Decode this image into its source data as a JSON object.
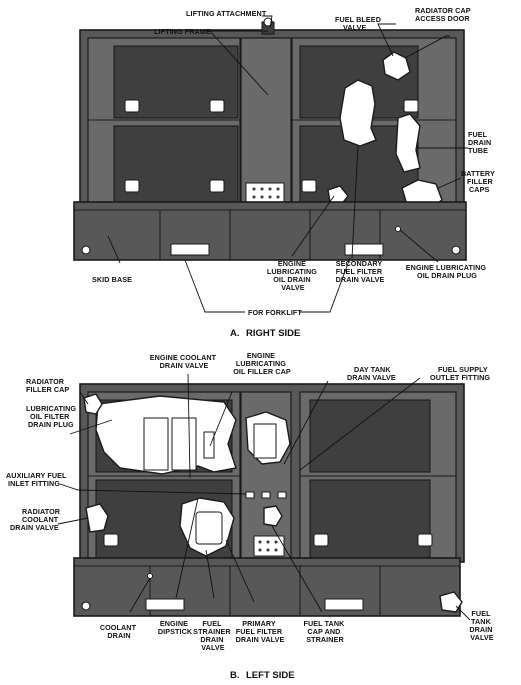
{
  "views": {
    "right": {
      "caption_letter": "A.",
      "caption_text": "RIGHT SIDE",
      "labels": {
        "lifting_attachment": "LIFTING ATTACHMENT",
        "lifting_frame": "LIFTING FRAME",
        "fuel_bleed_valve": [
          "FUEL BLEED",
          "VALVE"
        ],
        "radiator_cap_access_door": [
          "RADIATOR CAP",
          "ACCESS DOOR"
        ],
        "fuel_drain_tube": [
          "FUEL",
          "DRAIN",
          "TUBE"
        ],
        "battery_filler_caps": [
          "BATTERY",
          "FILLER",
          "CAPS"
        ],
        "skid_base": "SKID BASE",
        "engine_lubricating_oil_drain_valve": [
          "ENGINE",
          "LUBRICATING",
          "OIL DRAIN",
          "VALVE"
        ],
        "secondary_fuel_filter_drain_valve": [
          "SECONDARY",
          "FUEL FILTER",
          "DRAIN VALVE"
        ],
        "engine_lubricating_oil_drain_plug": [
          "ENGINE LUBRICATING",
          "OIL DRAIN PLUG"
        ],
        "for_forklift": "FOR FORKLIFT"
      }
    },
    "left": {
      "caption_letter": "B.",
      "caption_text": "LEFT SIDE",
      "labels": {
        "engine_coolant_drain_valve": [
          "ENGINE COOLANT",
          "DRAIN VALVE"
        ],
        "engine_lubricating_oil_filler_cap": [
          "ENGINE",
          "LUBRICATING",
          "OIL FILLER CAP"
        ],
        "day_tank_drain_valve": [
          "DAY TANK",
          "DRAIN VALVE"
        ],
        "fuel_supply_outlet_fitting": [
          "FUEL SUPPLY",
          "OUTLET FITTING"
        ],
        "radiator_filler_cap": [
          "RADIATOR",
          "FILLER CAP"
        ],
        "lubricating_oil_filter_drain_plug": [
          "LUBRICATING",
          "OIL FILTER",
          "DRAIN PLUG"
        ],
        "auxiliary_fuel_inlet_fitting": [
          "AUXILIARY FUEL",
          "INLET FITTING"
        ],
        "radiator_coolant_drain_valve": [
          "RADIATOR",
          "COOLANT",
          "DRAIN VALVE"
        ],
        "coolant_drain": [
          "COOLANT",
          "DRAIN"
        ],
        "engine_dipstick": [
          "ENGINE",
          "DIPSTICK"
        ],
        "fuel_strainer_drain_valve": [
          "FUEL",
          "STRAINER",
          "DRAIN",
          "VALVE"
        ],
        "primary_fuel_filter_drain_valve": [
          "PRIMARY",
          "FUEL FILTER",
          "DRAIN VALVE"
        ],
        "fuel_tank_cap_and_strainer": [
          "FUEL TANK",
          "CAP AND",
          "STRAINER"
        ],
        "fuel_tank_drain_valve": [
          "FUEL",
          "TANK",
          "DRAIN",
          "VALVE"
        ]
      }
    }
  }
}
